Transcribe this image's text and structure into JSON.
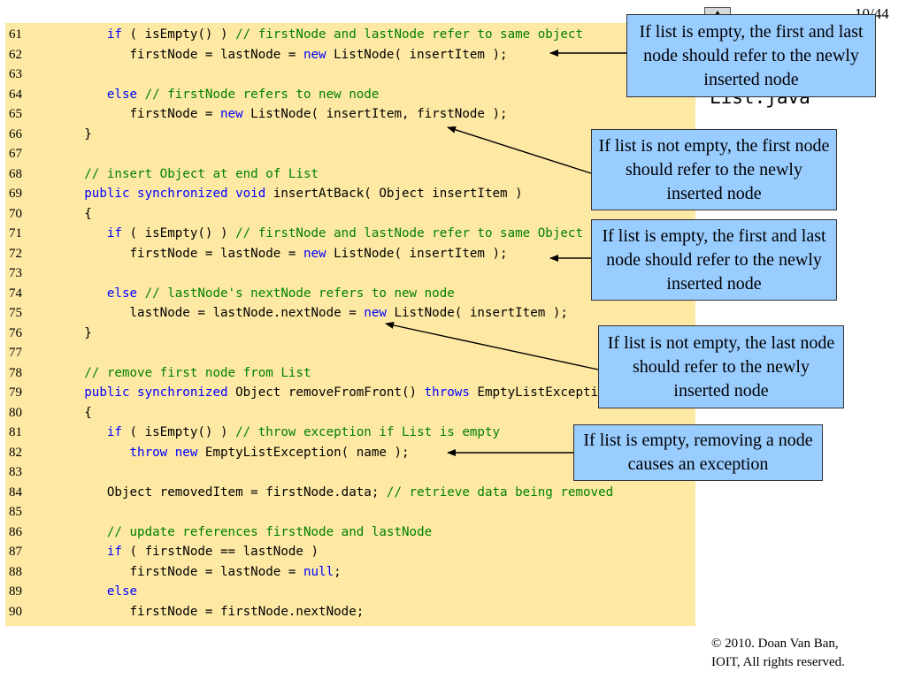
{
  "slide": {
    "page_number": "10/44",
    "file_title": "List.java",
    "copyright": [
      "© 2010.  Doan Van Ban,",
      "IOIT, All rights reserved."
    ]
  },
  "code_lines": [
    {
      "n": "61",
      "indent": 3,
      "segments": [
        [
          "kw",
          "if"
        ],
        [
          "t",
          " ( isEmpty() ) "
        ],
        [
          "cm",
          "// firstNode and lastNode refer to same object"
        ]
      ]
    },
    {
      "n": "62",
      "indent": 4,
      "segments": [
        [
          "t",
          "firstNode = lastNode = "
        ],
        [
          "kw",
          "new"
        ],
        [
          "t",
          " ListNode( insertItem );"
        ]
      ]
    },
    {
      "n": "63",
      "indent": 0,
      "segments": []
    },
    {
      "n": "64",
      "indent": 3,
      "segments": [
        [
          "kw",
          "else"
        ],
        [
          "t",
          " "
        ],
        [
          "cm",
          "// firstNode refers to new node"
        ]
      ]
    },
    {
      "n": "65",
      "indent": 4,
      "segments": [
        [
          "t",
          "firstNode = "
        ],
        [
          "kw",
          "new"
        ],
        [
          "t",
          " ListNode( insertItem, firstNode );"
        ]
      ]
    },
    {
      "n": "66",
      "indent": 2,
      "segments": [
        [
          "t",
          "}"
        ]
      ]
    },
    {
      "n": "67",
      "indent": 0,
      "segments": []
    },
    {
      "n": "68",
      "indent": 2,
      "segments": [
        [
          "cm",
          "// insert Object at end of List"
        ]
      ]
    },
    {
      "n": "69",
      "indent": 2,
      "segments": [
        [
          "kw",
          "public synchronized void"
        ],
        [
          "t",
          " insertAtBack( Object insertItem )"
        ]
      ]
    },
    {
      "n": "70",
      "indent": 2,
      "segments": [
        [
          "t",
          "{"
        ]
      ]
    },
    {
      "n": "71",
      "indent": 3,
      "segments": [
        [
          "kw",
          "if"
        ],
        [
          "t",
          " ( isEmpty() ) "
        ],
        [
          "cm",
          "// firstNode and lastNode refer to same Object"
        ]
      ]
    },
    {
      "n": "72",
      "indent": 4,
      "segments": [
        [
          "t",
          "firstNode = lastNode = "
        ],
        [
          "kw",
          "new"
        ],
        [
          "t",
          " ListNode( insertItem );"
        ]
      ]
    },
    {
      "n": "73",
      "indent": 0,
      "segments": []
    },
    {
      "n": "74",
      "indent": 3,
      "segments": [
        [
          "kw",
          "else"
        ],
        [
          "t",
          " "
        ],
        [
          "cm",
          "// lastNode's nextNode refers to new node"
        ]
      ]
    },
    {
      "n": "75",
      "indent": 4,
      "segments": [
        [
          "t",
          "lastNode = lastNode.nextNode = "
        ],
        [
          "kw",
          "new"
        ],
        [
          "t",
          " ListNode( insertItem );"
        ]
      ]
    },
    {
      "n": "76",
      "indent": 2,
      "segments": [
        [
          "t",
          "}"
        ]
      ]
    },
    {
      "n": "77",
      "indent": 0,
      "segments": []
    },
    {
      "n": "78",
      "indent": 2,
      "segments": [
        [
          "cm",
          "// remove first node from List"
        ]
      ]
    },
    {
      "n": "79",
      "indent": 2,
      "segments": [
        [
          "kw",
          "public synchronized"
        ],
        [
          "t",
          " Object removeFromFront() "
        ],
        [
          "kw",
          "throws"
        ],
        [
          "t",
          " EmptyListException"
        ]
      ]
    },
    {
      "n": "80",
      "indent": 2,
      "segments": [
        [
          "t",
          "{"
        ]
      ]
    },
    {
      "n": "81",
      "indent": 3,
      "segments": [
        [
          "kw",
          "if"
        ],
        [
          "t",
          " ( isEmpty() ) "
        ],
        [
          "cm",
          "// throw exception if List is empty"
        ]
      ]
    },
    {
      "n": "82",
      "indent": 4,
      "segments": [
        [
          "kw",
          "throw new"
        ],
        [
          "t",
          " EmptyListException( name );"
        ]
      ]
    },
    {
      "n": "83",
      "indent": 0,
      "segments": []
    },
    {
      "n": "84",
      "indent": 3,
      "segments": [
        [
          "t",
          "Object removedItem = firstNode.data; "
        ],
        [
          "cm",
          "// retrieve data being removed"
        ]
      ]
    },
    {
      "n": "85",
      "indent": 0,
      "segments": []
    },
    {
      "n": "86",
      "indent": 3,
      "segments": [
        [
          "cm",
          "// update references firstNode and lastNode"
        ]
      ]
    },
    {
      "n": "87",
      "indent": 3,
      "segments": [
        [
          "kw",
          "if"
        ],
        [
          "t",
          " ( firstNode == lastNode )"
        ]
      ]
    },
    {
      "n": "88",
      "indent": 4,
      "segments": [
        [
          "t",
          "firstNode = lastNode = "
        ],
        [
          "kw",
          "null"
        ],
        [
          "t",
          ";"
        ]
      ]
    },
    {
      "n": "89",
      "indent": 3,
      "segments": [
        [
          "kw",
          "else"
        ]
      ]
    },
    {
      "n": "90",
      "indent": 4,
      "segments": [
        [
          "t",
          "firstNode = firstNode.nextNode;"
        ]
      ]
    }
  ],
  "callouts": [
    {
      "id": "c1",
      "text": "If list is empty, the first and last node should refer to the newly inserted node"
    },
    {
      "id": "c2",
      "text": "If list is not empty, the first node should refer to the newly inserted node"
    },
    {
      "id": "c3",
      "text": "If list is empty, the first and last node should refer to the newly inserted node"
    },
    {
      "id": "c4",
      "text": "If list is not empty, the last node should refer to the newly inserted node"
    },
    {
      "id": "c5",
      "text": "If list is empty, removing a node causes an exception"
    }
  ],
  "colors": {
    "panel": "#fee9a4",
    "keyword": "#0000ff",
    "comment": "#008000",
    "callout": "#99ccff"
  },
  "icons": {
    "nav": "triangle-up-icon"
  }
}
